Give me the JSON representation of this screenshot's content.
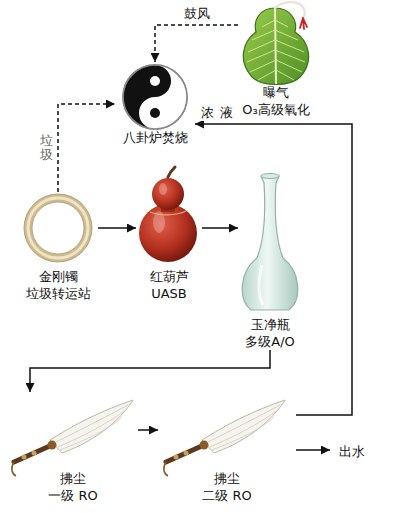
{
  "diagram": {
    "nodes": [
      {
        "text": [
          "八卦炉焚烧"
        ]
      },
      {
        "text": [
          "曝气",
          "O₃高级氧化"
        ]
      },
      {
        "text": [
          "金刚镯",
          "垃圾转运站"
        ]
      },
      {
        "text": [
          "红葫芦",
          "UASB"
        ]
      },
      {
        "text": [
          "玉净瓶",
          "多级A/O"
        ]
      },
      {
        "text": [
          "拂尘",
          "一级 RO"
        ]
      },
      {
        "text": [
          "拂尘",
          "二级 RO"
        ]
      },
      {
        "text": [
          "出水"
        ]
      }
    ],
    "edges": [
      {
        "from": 1,
        "to": 0,
        "arrow": "to",
        "label": "鼓风"
      },
      {
        "from": 2,
        "to": 0,
        "arrow": "to",
        "label": "垃圾"
      },
      {
        "from": 2,
        "to": 3,
        "arrow": "to"
      },
      {
        "from": 3,
        "to": 4,
        "arrow": "to"
      },
      {
        "from": 4,
        "to": 5,
        "arrow": "to"
      },
      {
        "from": 5,
        "to": 6,
        "arrow": "to"
      },
      {
        "from": 6,
        "to": 7,
        "arrow": "to"
      },
      {
        "from": 6,
        "to": 0,
        "arrow": "to",
        "label": "浓液"
      }
    ]
  }
}
